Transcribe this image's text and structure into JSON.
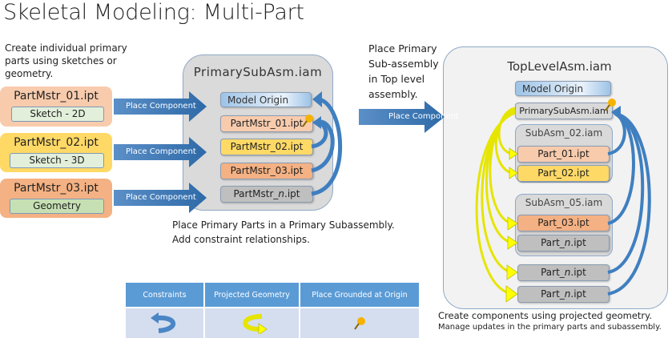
{
  "title": "Skeletal Modeling: Multi-Part",
  "intro_text": [
    "Create individual primary",
    "parts using sketches or",
    "geometry."
  ],
  "primary_parts": [
    {
      "name": "PartMstr_01.ipt",
      "method": "Sketch - 2D",
      "color": "#f8cbad",
      "method_color": "#e2efda"
    },
    {
      "name": "PartMstr_02.ipt",
      "method": "Sketch - 3D",
      "color": "#ffd966",
      "method_color": "#e2efda"
    },
    {
      "name": "PartMstr_03.ipt",
      "method": "Geometry",
      "color": "#f4b183",
      "method_color": "#c6e0b4"
    }
  ],
  "place_component_label": "Place Component",
  "primary_subasm": {
    "title": "PrimarySubAsm.iam",
    "items": [
      {
        "name": "Model Origin",
        "color": "#9dc3e6"
      },
      {
        "name": "PartMstr_01.ipt",
        "color": "#f8cbad",
        "grounded": true
      },
      {
        "name": "PartMstr_02.ipt",
        "color": "#ffd966"
      },
      {
        "name": "PartMstr_03.ipt",
        "color": "#f4b183"
      },
      {
        "name_prefix": "PartMstr_",
        "name_italic": "n",
        "name_suffix": ".ipt",
        "color": "#bfbfbf"
      }
    ],
    "caption": [
      "Place Primary Parts in a Primary Subassembly.",
      "Add constraint relationships."
    ]
  },
  "middle_text": [
    "Place Primary",
    "Sub-assembly",
    "in Top level",
    "assembly."
  ],
  "top_level": {
    "title": "TopLevelAsm.iam",
    "model_origin": "Model Origin",
    "primary_subasm": "PrimarySubAsm.iam",
    "subasm_02": {
      "title": "SubAsm_02.iam",
      "parts": [
        "Part_01.ipt",
        "Part_02.ipt"
      ]
    },
    "subasm_05": {
      "title": "SubAsm_05.iam",
      "parts": [
        "Part_03.ipt"
      ],
      "part_n": {
        "prefix": "Part_",
        "italic": "n",
        "suffix": ".ipt"
      }
    },
    "loose_part_n": {
      "prefix": "Part_",
      "italic": "n",
      "suffix": ".ipt"
    },
    "caption": [
      "Create components using projected geometry.",
      "Manage updates in the primary parts and subassembly."
    ]
  },
  "legend": {
    "headers": [
      "Constraints",
      "Projected Geometry",
      "Place Grounded  at Origin"
    ],
    "icons": [
      "blue-curved-arrow",
      "yellow-curved-arrow",
      "pushpin"
    ]
  },
  "colors": {
    "accent_blue": "#5b9bd5",
    "arrow_blue": "#2e75b6",
    "projected_yellow": "#ffff00"
  }
}
